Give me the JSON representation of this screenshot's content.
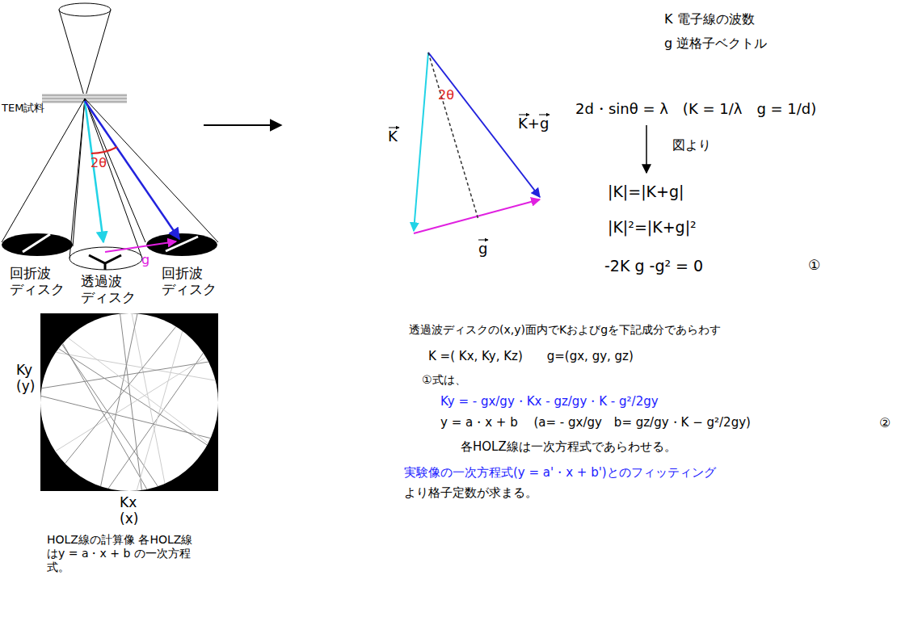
{
  "diagram": {
    "labels": [
      "TEM試料",
      "2θ",
      "g",
      "回折波 ディスク",
      "透過波 ディスク",
      "回折波 ディスク",
      "K",
      "2θ",
      "K+g",
      "g",
      "K 電子線の波数",
      "g 逆格子ベクトル",
      "2d・sinθ = λ　(K = 1/λ　g = 1/d)",
      "図より",
      "|K|=|K+g|",
      "|K|²=|K+g|²",
      "-2K g -g²  =  0",
      "①",
      "Ky (y)",
      "Kx (x)",
      "HOLZ線の計算像 各HOLZ線はy = a・x + b の一次方程式。",
      "透過波ディスクの(x,y)面内でKおよびgを下記成分であらわす",
      "K =( Kx,  Ky,  Kz)　　g=(gx, gy, gz)",
      "①式は、",
      "Ky = - gx/gy・Kx - gz/gy・K - g²/2gy",
      "y = a・x + b　 (a= - gx/gy　b= gz/gy・K − g²/2gy)",
      "②",
      "各HOLZ線は一次方程式であらわせる。",
      "実験像の一次方程式(y = a'・x + b')とのフィッティング",
      "より格子定数が求まる。"
    ]
  }
}
